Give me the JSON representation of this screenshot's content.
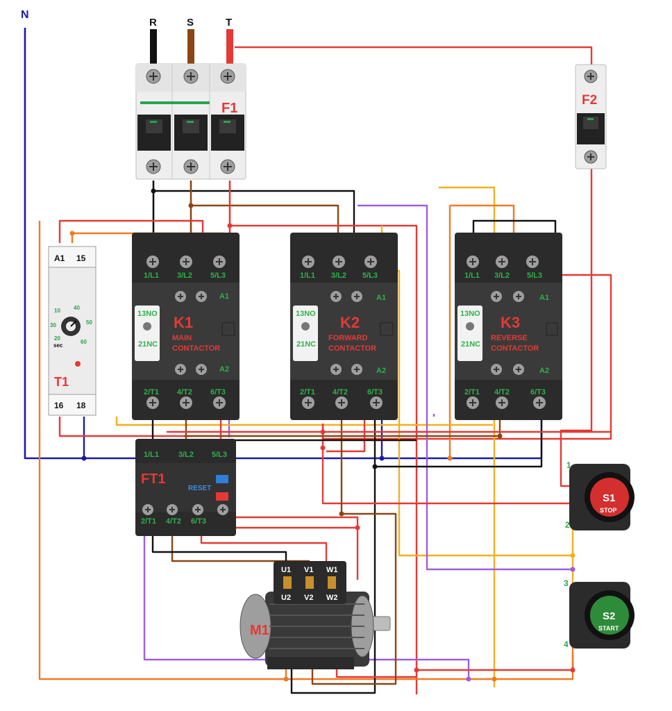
{
  "neutral": {
    "label": "N"
  },
  "phases": [
    {
      "label": "R",
      "color": "#111111"
    },
    {
      "label": "S",
      "color": "#8b4513"
    },
    {
      "label": "T",
      "color": "#e53935"
    }
  ],
  "f1": {
    "label": "F1"
  },
  "f2": {
    "label": "F2"
  },
  "timer": {
    "label": "T1",
    "top_terminals": [
      "A1",
      "15"
    ],
    "bottom_terminals": [
      "16",
      "18"
    ],
    "dial_values": [
      "10",
      "20",
      "30",
      "40",
      "50",
      "60"
    ],
    "dial_unit": "sec"
  },
  "contactors": [
    {
      "id": "K1",
      "name_line1": "MAIN",
      "name_line2": "CONTACTOR",
      "aux_no": "13NO",
      "aux_nc": "21NC",
      "top_terms": [
        "1/L1",
        "3/L2",
        "5/L3"
      ],
      "bottom_terms": [
        "2/T1",
        "4/T2",
        "6/T3"
      ],
      "coil_top": "A1",
      "coil_bottom": "A2"
    },
    {
      "id": "K2",
      "name_line1": "FORWARD",
      "name_line2": "CONTACTOR",
      "aux_no": "13NO",
      "aux_nc": "21NC",
      "top_terms": [
        "1/L1",
        "3/L2",
        "5/L3"
      ],
      "bottom_terms": [
        "2/T1",
        "4/T2",
        "6/T3"
      ],
      "coil_top": "A1",
      "coil_bottom": "A2"
    },
    {
      "id": "K3",
      "name_line1": "REVERSE",
      "name_line2": "CONTACTOR",
      "aux_no": "13NO",
      "aux_nc": "21NC",
      "top_terms": [
        "1/L1",
        "3/L2",
        "5/L3"
      ],
      "bottom_terms": [
        "2/T1",
        "4/T2",
        "6/T3"
      ],
      "coil_top": "A1",
      "coil_bottom": "A2"
    }
  ],
  "overload": {
    "label": "FT1",
    "reset": "RESET",
    "top_terms": [
      "1/L1",
      "3/L2",
      "5/L3"
    ],
    "bottom_terms": [
      "2/T1",
      "4/T2",
      "6/T3"
    ]
  },
  "motor": {
    "label": "M1",
    "top_terms": [
      "U1",
      "V1",
      "W1"
    ],
    "bottom_terms": [
      "U2",
      "V2",
      "W2"
    ]
  },
  "stop_button": {
    "id": "S1",
    "name": "STOP",
    "term_top": "1",
    "term_bottom": "2",
    "color": "#d32f2f"
  },
  "start_button": {
    "id": "S2",
    "name": "START",
    "term_top": "3",
    "term_bottom": "4",
    "color": "#2e8b3a"
  },
  "wire_colors": {
    "black": "#111111",
    "brown": "#8b4513",
    "red": "#e53935",
    "blue": "#1a1aa6",
    "orange": "#f07a22",
    "purple": "#a05ce0",
    "yellow": "#f0b020"
  }
}
